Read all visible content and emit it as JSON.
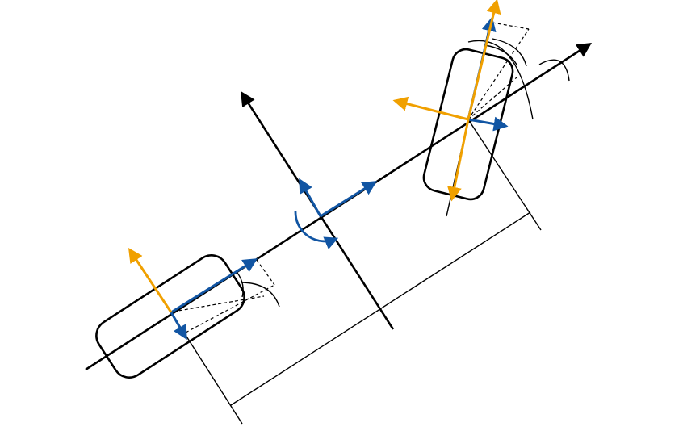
{
  "diagram": {
    "type": "bicycle-vehicle-kinematic-model",
    "colors": {
      "line": "#000000",
      "body_vector": "#1155a3",
      "tire_force": "#f0a000",
      "background": "#ffffff"
    },
    "elements": [
      "longitudinal-axis",
      "lateral-axis",
      "rear-wheel",
      "front-wheel",
      "center-of-gravity-velocity",
      "yaw-rate",
      "slip-angle-arcs",
      "steering-angle-arc",
      "wheelbase-dimension"
    ]
  }
}
